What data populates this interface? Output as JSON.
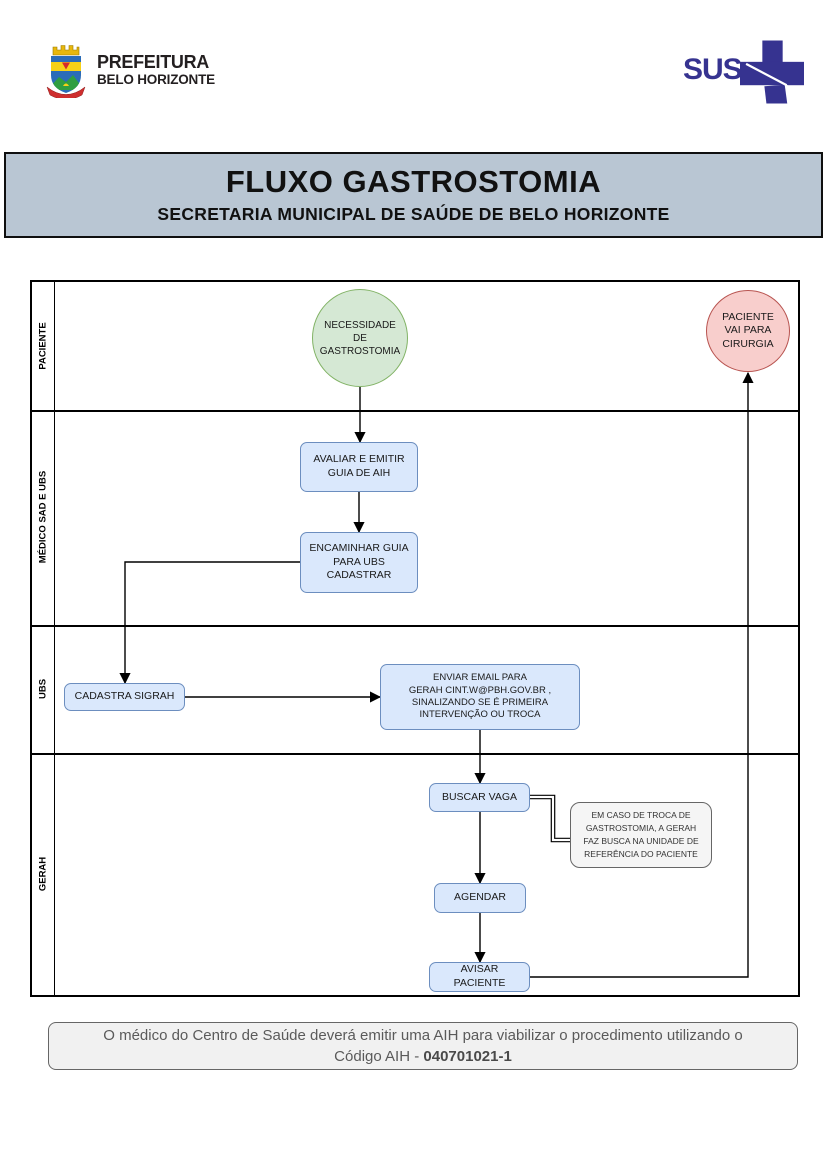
{
  "header": {
    "pbh_logo": {
      "line1": "PREFEITURA",
      "line2": "BELO HORIZONTE"
    },
    "sus_logo": {
      "text": "SUS"
    }
  },
  "title_block": {
    "title": "FLUXO GASTROSTOMIA",
    "subtitle": "SECRETARIA MUNICIPAL DE SAÚDE DE BELO HORIZONTE"
  },
  "diagram": {
    "lanes": [
      {
        "label": "PACIENTE"
      },
      {
        "label": "MÉDICO SAD E UBS"
      },
      {
        "label": "UBS"
      },
      {
        "label": "GERAH"
      }
    ],
    "nodes": {
      "start": {
        "label": "NECESSIDADE DE\nGASTROSTOMIA",
        "type": "start-circle"
      },
      "end": {
        "label": "PACIENTE\nVAI PARA\nCIRURGIA",
        "type": "end-circle"
      },
      "avaliar": {
        "label": "AVALIAR E EMITIR\nGUIA DE AIH",
        "type": "process"
      },
      "encaminhar": {
        "label": "ENCAMINHAR GUIA\nPARA UBS\nCADASTRAR",
        "type": "process"
      },
      "cadastra": {
        "label": "CADASTRA SIGRAH",
        "type": "process"
      },
      "enviar": {
        "label": "ENVIAR EMAIL PARA\nGERAH CINT.W@PBH.GOV.BR ,\nSINALIZANDO SE É PRIMEIRA\nINTERVENÇÃO OU TROCA",
        "type": "process"
      },
      "buscar": {
        "label": "BUSCAR VAGA",
        "type": "process"
      },
      "nota": {
        "label": "EM CASO DE TROCA DE\nGASTROSTOMIA, A GERAH\nFAZ BUSCA NA UNIDADE DE\nREFERÊNCIA DO PACIENTE",
        "type": "annotation"
      },
      "agendar": {
        "label": "AGENDAR",
        "type": "process"
      },
      "avisar": {
        "label": "AVISAR\nPACIENTE",
        "type": "process"
      }
    }
  },
  "footer_note": {
    "line1": "O médico do Centro de Saúde deverá emitir uma AIH para viabilizar o procedimento utilizando o",
    "line2_prefix": "Código AIH - ",
    "code": "040701021-1"
  },
  "colors": {
    "title_bar_bg": "#b9c6d3",
    "process_fill": "#dae8fc",
    "process_border": "#6c8ebf",
    "start_fill": "#d5e8d4",
    "start_border": "#82b366",
    "end_fill": "#f8cecc",
    "end_border": "#b85450",
    "note_fill": "#f5f5f5",
    "note_border": "#666666",
    "sus_blue": "#363390"
  }
}
